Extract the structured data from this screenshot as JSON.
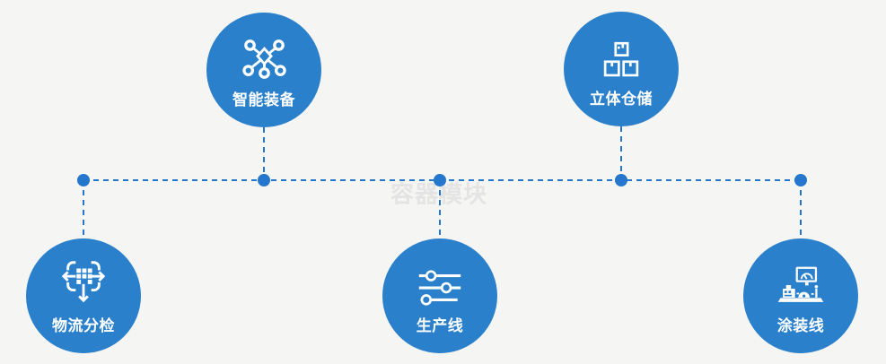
{
  "diagram": {
    "watermark": "容器模块",
    "nodes": [
      {
        "label": "智能装备",
        "icon": "network-nodes-icon",
        "position": "top-left"
      },
      {
        "label": "立体仓储",
        "icon": "stacked-boxes-icon",
        "position": "top-right"
      },
      {
        "label": "物流分检",
        "icon": "dispatch-arrows-icon",
        "position": "bottom-left"
      },
      {
        "label": "生产线",
        "icon": "sliders-icon",
        "position": "bottom-center"
      },
      {
        "label": "涂装线",
        "icon": "machine-station-icon",
        "position": "bottom-right"
      }
    ],
    "colors": {
      "background": "#f5f5f3",
      "circle_fill": "#2b80cb",
      "connector": "#2577cd",
      "label_text": "#ffffff",
      "watermark_text": "#e4e4e4"
    }
  }
}
